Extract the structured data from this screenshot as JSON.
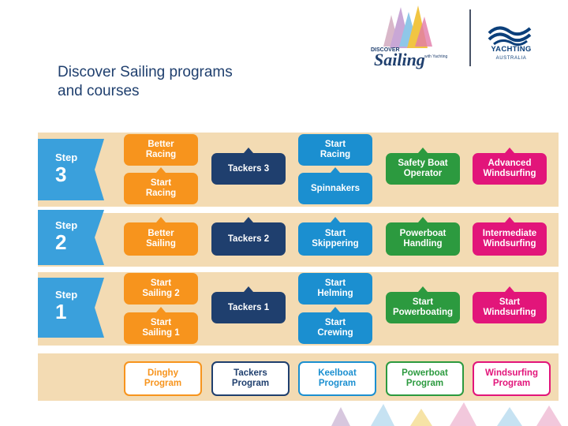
{
  "title": "Discover Sailing programs\nand courses",
  "logos": {
    "discover_top": "DISCOVER",
    "discover_main": "Sailing",
    "discover_tag": "with Yachting",
    "yachting_line1": "YACHTING",
    "yachting_line2": "AUSTRALIA"
  },
  "steps": [
    {
      "word": "Step",
      "number": "3"
    },
    {
      "word": "Step",
      "number": "2"
    },
    {
      "word": "Step",
      "number": "1"
    }
  ],
  "courses": {
    "better_racing": "Better\nRacing",
    "start_racing_dinghy": "Start\nRacing",
    "tackers_3": "Tackers 3",
    "start_racing_keel": "Start\nRacing",
    "spinnakers": "Spinnakers",
    "safety_boat": "Safety Boat\nOperator",
    "advanced_windsurfing": "Advanced\nWindsurfing",
    "better_sailing": "Better\nSailing",
    "tackers_2": "Tackers 2",
    "start_skippering": "Start\nSkippering",
    "powerboat_handling": "Powerboat\nHandling",
    "intermediate_windsurfing": "Intermediate\nWindsurfing",
    "start_sailing_2": "Start\nSailing 2",
    "start_sailing_1": "Start\nSailing 1",
    "tackers_1": "Tackers 1",
    "start_helming": "Start\nHelming",
    "start_crewing": "Start\nCrewing",
    "start_powerboating": "Start\nPowerboating",
    "start_windsurfing": "Start\nWindsurfing"
  },
  "programs": [
    {
      "label": "Dinghy\nProgram",
      "color": "#f7941d"
    },
    {
      "label": "Tackers\nProgram",
      "color": "#1f3f6e"
    },
    {
      "label": "Keelboat\nProgram",
      "color": "#1b8fd0"
    },
    {
      "label": "Powerboat\nProgram",
      "color": "#2c9a3f"
    },
    {
      "label": "Windsurfing\nProgram",
      "color": "#e2157a"
    }
  ],
  "colors": {
    "dinghy": "#f7941d",
    "tackers": "#1f3f6e",
    "keelboat": "#1b8fd0",
    "powerboat": "#2c9a3f",
    "windsurfing": "#e2157a",
    "band": "#f3dbb3",
    "step": "#3aa0dc"
  }
}
